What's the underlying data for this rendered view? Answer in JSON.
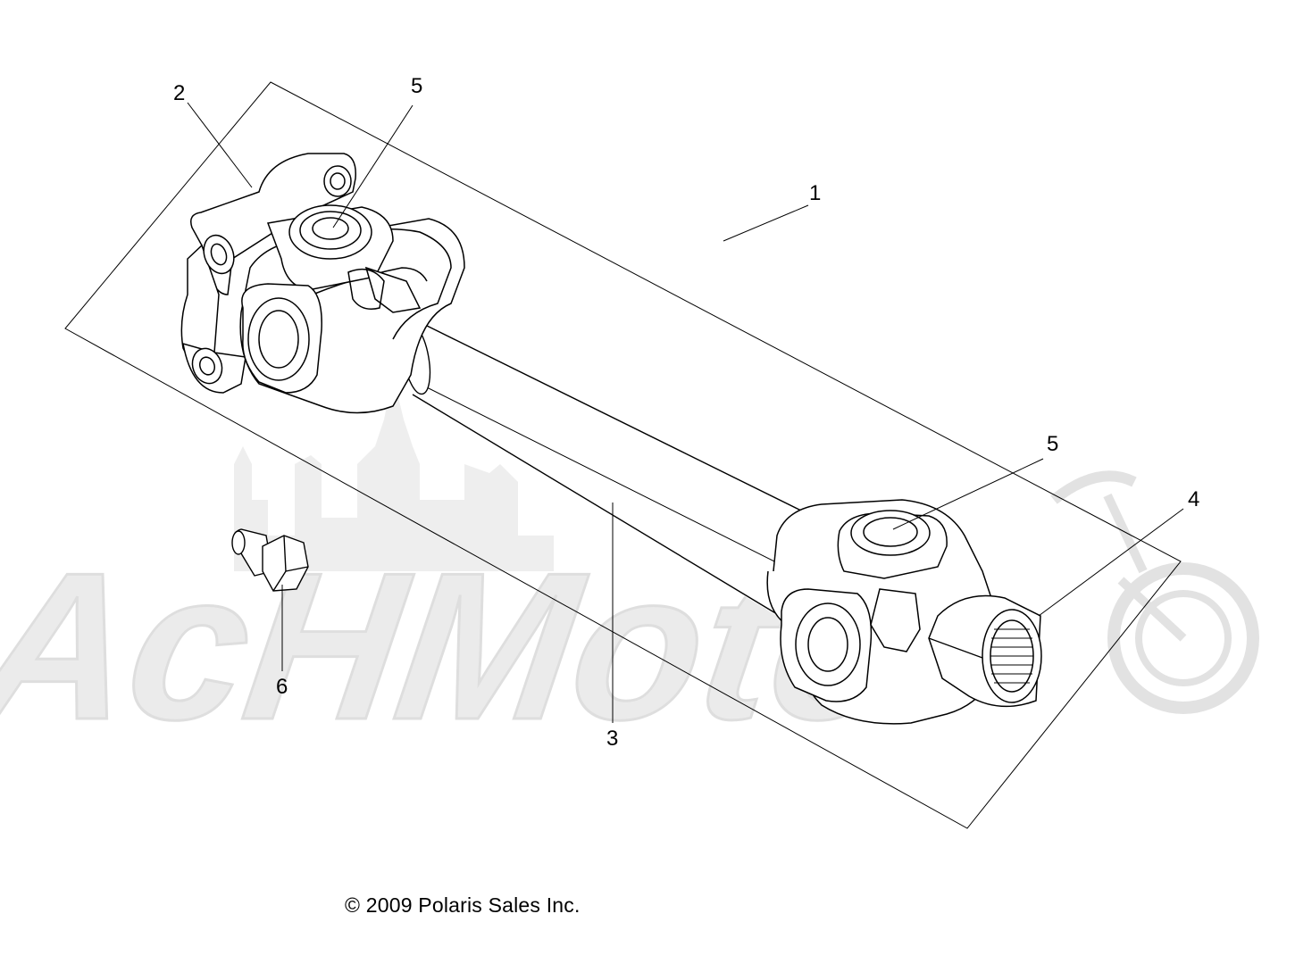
{
  "watermark": {
    "text": "AcHMoto",
    "color": "#e6e6e6"
  },
  "callouts": [
    {
      "id": "callout-1",
      "label": "1"
    },
    {
      "id": "callout-2",
      "label": "2"
    },
    {
      "id": "callout-3",
      "label": "3"
    },
    {
      "id": "callout-4",
      "label": "4"
    },
    {
      "id": "callout-5-top",
      "label": "5"
    },
    {
      "id": "callout-5-right",
      "label": "5"
    },
    {
      "id": "callout-6",
      "label": "6"
    }
  ],
  "copyright": "© 2009 Polaris Sales Inc."
}
